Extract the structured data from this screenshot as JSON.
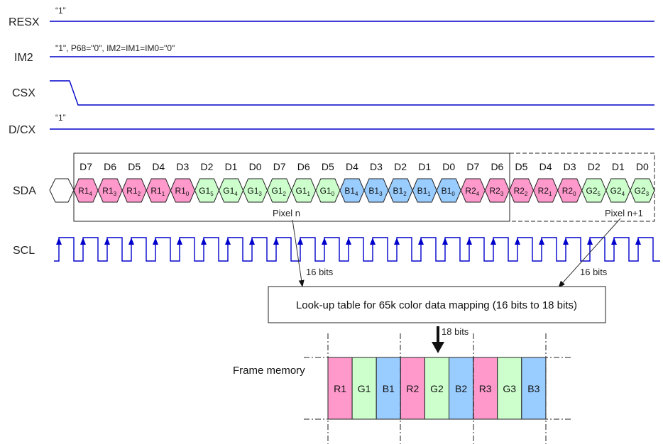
{
  "colors": {
    "wire": "#0000cc",
    "red": "#ff99cc",
    "green": "#ccffcc",
    "blue": "#99ccff",
    "outline": "#222222"
  },
  "signals": {
    "resx": {
      "label": "RESX",
      "note": "“1”"
    },
    "im2": {
      "label": "IM2",
      "note": "\"1\", P68=\"0\", IM2=IM1=IM0=\"0\""
    },
    "csx": {
      "label": "CSX"
    },
    "dcx": {
      "label": "D/CX",
      "note": "“1”"
    },
    "sda": {
      "label": "SDA"
    },
    "scl": {
      "label": "SCL"
    }
  },
  "sda_bits": [
    {
      "bit": "D7",
      "name": "R1",
      "sub": "4",
      "color": "red"
    },
    {
      "bit": "D6",
      "name": "R1",
      "sub": "3",
      "color": "red"
    },
    {
      "bit": "D5",
      "name": "R1",
      "sub": "2",
      "color": "red"
    },
    {
      "bit": "D4",
      "name": "R1",
      "sub": "1",
      "color": "red"
    },
    {
      "bit": "D3",
      "name": "R1",
      "sub": "0",
      "color": "red"
    },
    {
      "bit": "D2",
      "name": "G1",
      "sub": "5",
      "color": "green"
    },
    {
      "bit": "D1",
      "name": "G1",
      "sub": "4",
      "color": "green"
    },
    {
      "bit": "D0",
      "name": "G1",
      "sub": "3",
      "color": "green"
    },
    {
      "bit": "D7",
      "name": "G1",
      "sub": "2",
      "color": "green"
    },
    {
      "bit": "D6",
      "name": "G1",
      "sub": "1",
      "color": "green"
    },
    {
      "bit": "D5",
      "name": "G1",
      "sub": "0",
      "color": "green"
    },
    {
      "bit": "D4",
      "name": "B1",
      "sub": "4",
      "color": "blue"
    },
    {
      "bit": "D3",
      "name": "B1",
      "sub": "3",
      "color": "blue"
    },
    {
      "bit": "D2",
      "name": "B1",
      "sub": "2",
      "color": "blue"
    },
    {
      "bit": "D1",
      "name": "B1",
      "sub": "1",
      "color": "blue"
    },
    {
      "bit": "D0",
      "name": "B1",
      "sub": "0",
      "color": "blue"
    },
    {
      "bit": "D7",
      "name": "R2",
      "sub": "4",
      "color": "red"
    },
    {
      "bit": "D6",
      "name": "R2",
      "sub": "3",
      "color": "red"
    },
    {
      "bit": "D5",
      "name": "R2",
      "sub": "2",
      "color": "red"
    },
    {
      "bit": "D4",
      "name": "R2",
      "sub": "1",
      "color": "red"
    },
    {
      "bit": "D3",
      "name": "R2",
      "sub": "0",
      "color": "red"
    },
    {
      "bit": "D2",
      "name": "G2",
      "sub": "5",
      "color": "green"
    },
    {
      "bit": "D1",
      "name": "G2",
      "sub": "4",
      "color": "green"
    },
    {
      "bit": "D0",
      "name": "G2",
      "sub": "3",
      "color": "green"
    }
  ],
  "pixel_groups": {
    "pixel_n": "Pixel n",
    "pixel_n1": "Pixel n+1"
  },
  "arrows": {
    "left_label": "16 bits",
    "right_label": "16 bits",
    "down_label": "18 bits"
  },
  "lut": {
    "text": "Look-up table for 65k color data mapping (16 bits to 18 bits)"
  },
  "frame_memory": {
    "label": "Frame memory",
    "cells": [
      {
        "text": "R1",
        "color": "red"
      },
      {
        "text": "G1",
        "color": "green"
      },
      {
        "text": "B1",
        "color": "blue"
      },
      {
        "text": "R2",
        "color": "red"
      },
      {
        "text": "G2",
        "color": "green"
      },
      {
        "text": "B2",
        "color": "blue"
      },
      {
        "text": "R3",
        "color": "red"
      },
      {
        "text": "G3",
        "color": "green"
      },
      {
        "text": "B3",
        "color": "blue"
      }
    ]
  }
}
